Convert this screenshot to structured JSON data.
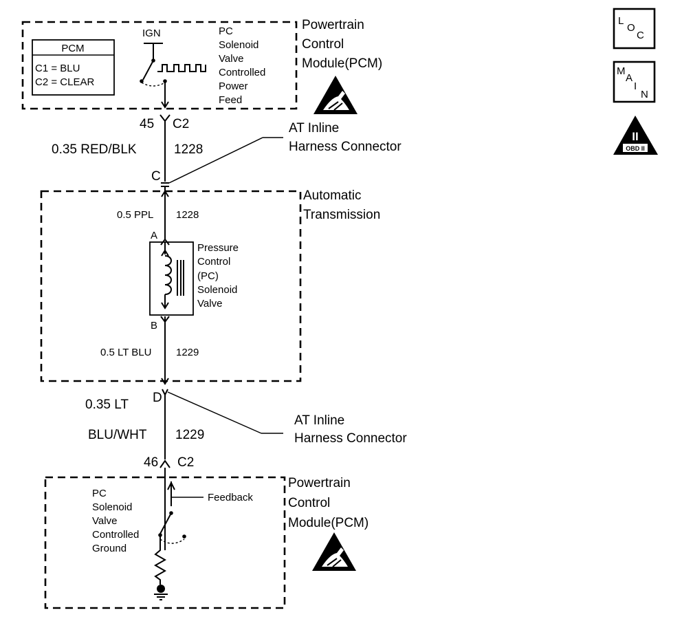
{
  "pcm_top": {
    "legend_title": "PCM",
    "legend_c1": "C1 = BLU",
    "legend_c2": "C2 = CLEAR",
    "ign": "IGN",
    "feed_lines": [
      "PC",
      "Solenoid",
      "Valve",
      "Controlled",
      "Power",
      "Feed"
    ],
    "module_lines": [
      "Powertrain",
      "Control",
      "Module(PCM)"
    ]
  },
  "conn_45": {
    "pin": "45",
    "conn": "C2"
  },
  "wire_1228_top": {
    "gauge_color": "0.35 RED/BLK",
    "circuit": "1228"
  },
  "inline_c": {
    "label": "C",
    "lines": [
      "AT Inline",
      "Harness Connector"
    ]
  },
  "transmission": {
    "lines": [
      "Automatic",
      "Transmission"
    ],
    "wire_top": {
      "gauge_color": "0.5 PPL",
      "circuit": "1228"
    },
    "pin_a": "A",
    "pin_b": "B",
    "solenoid_lines": [
      "Pressure",
      "Control",
      "(PC)",
      "Solenoid",
      "Valve"
    ],
    "wire_bottom": {
      "gauge_color": "0.5 LT BLU",
      "circuit": "1229"
    }
  },
  "inline_d": {
    "label": "D",
    "lines": [
      "AT Inline",
      "Harness Connector"
    ]
  },
  "wire_1229_bottom": {
    "gauge_color_line1": "0.35 LT",
    "gauge_color_line2": "BLU/WHT",
    "circuit": "1229"
  },
  "conn_46": {
    "pin": "46",
    "conn": "C2"
  },
  "pcm_bottom": {
    "feedback": "Feedback",
    "ground_lines": [
      "PC",
      "Solenoid",
      "Valve",
      "Controlled",
      "Ground"
    ],
    "module_lines": [
      "Powertrain",
      "Control",
      "Module(PCM)"
    ]
  },
  "icons": {
    "loc": [
      "L",
      "O",
      "C"
    ],
    "main": [
      "M",
      "A",
      "I",
      "N"
    ],
    "obd_numeral": "II",
    "obd_text": "OBD II"
  }
}
